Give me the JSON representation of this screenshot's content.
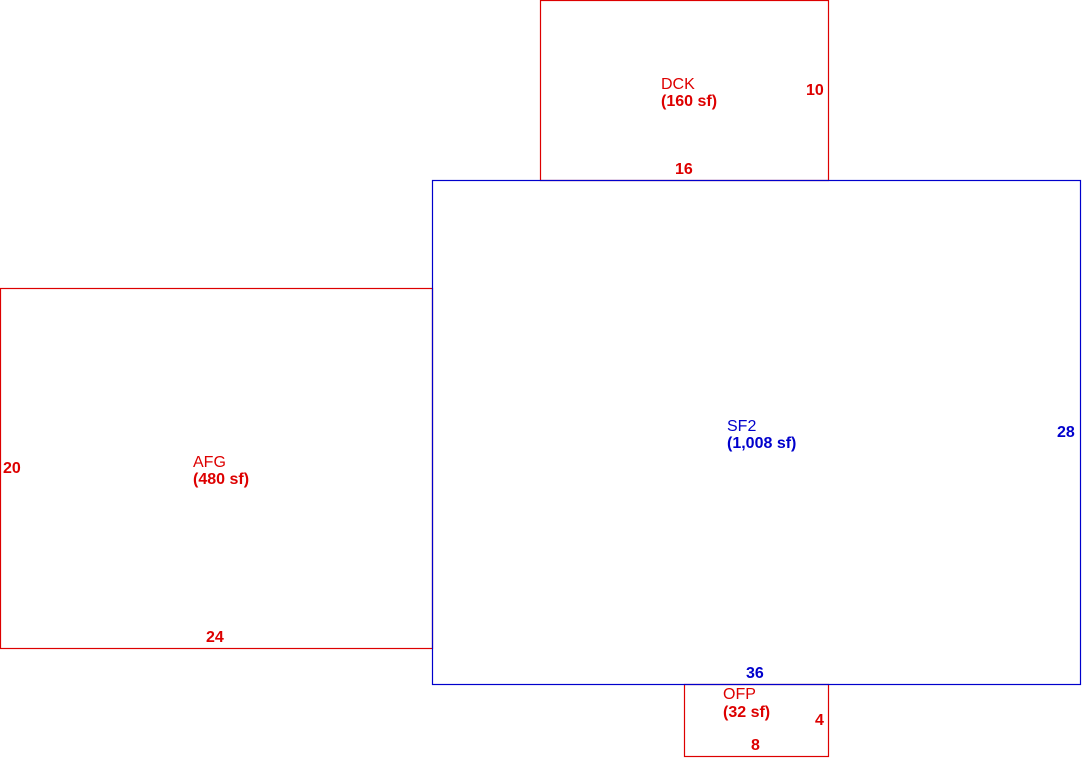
{
  "colors": {
    "main": "#0000cc",
    "addition": "#dd0000"
  },
  "areas": {
    "sf2": {
      "code": "SF2",
      "area": "(1,008 sf)",
      "width": "36",
      "depth": "28"
    },
    "afg": {
      "code": "AFG",
      "area": "(480 sf)",
      "width": "24",
      "depth": "20"
    },
    "dck": {
      "code": "DCK",
      "area": "(160 sf)",
      "width": "16",
      "depth": "10"
    },
    "ofp": {
      "code": "OFP",
      "area": "(32 sf)",
      "width": "8",
      "depth": "4"
    }
  }
}
